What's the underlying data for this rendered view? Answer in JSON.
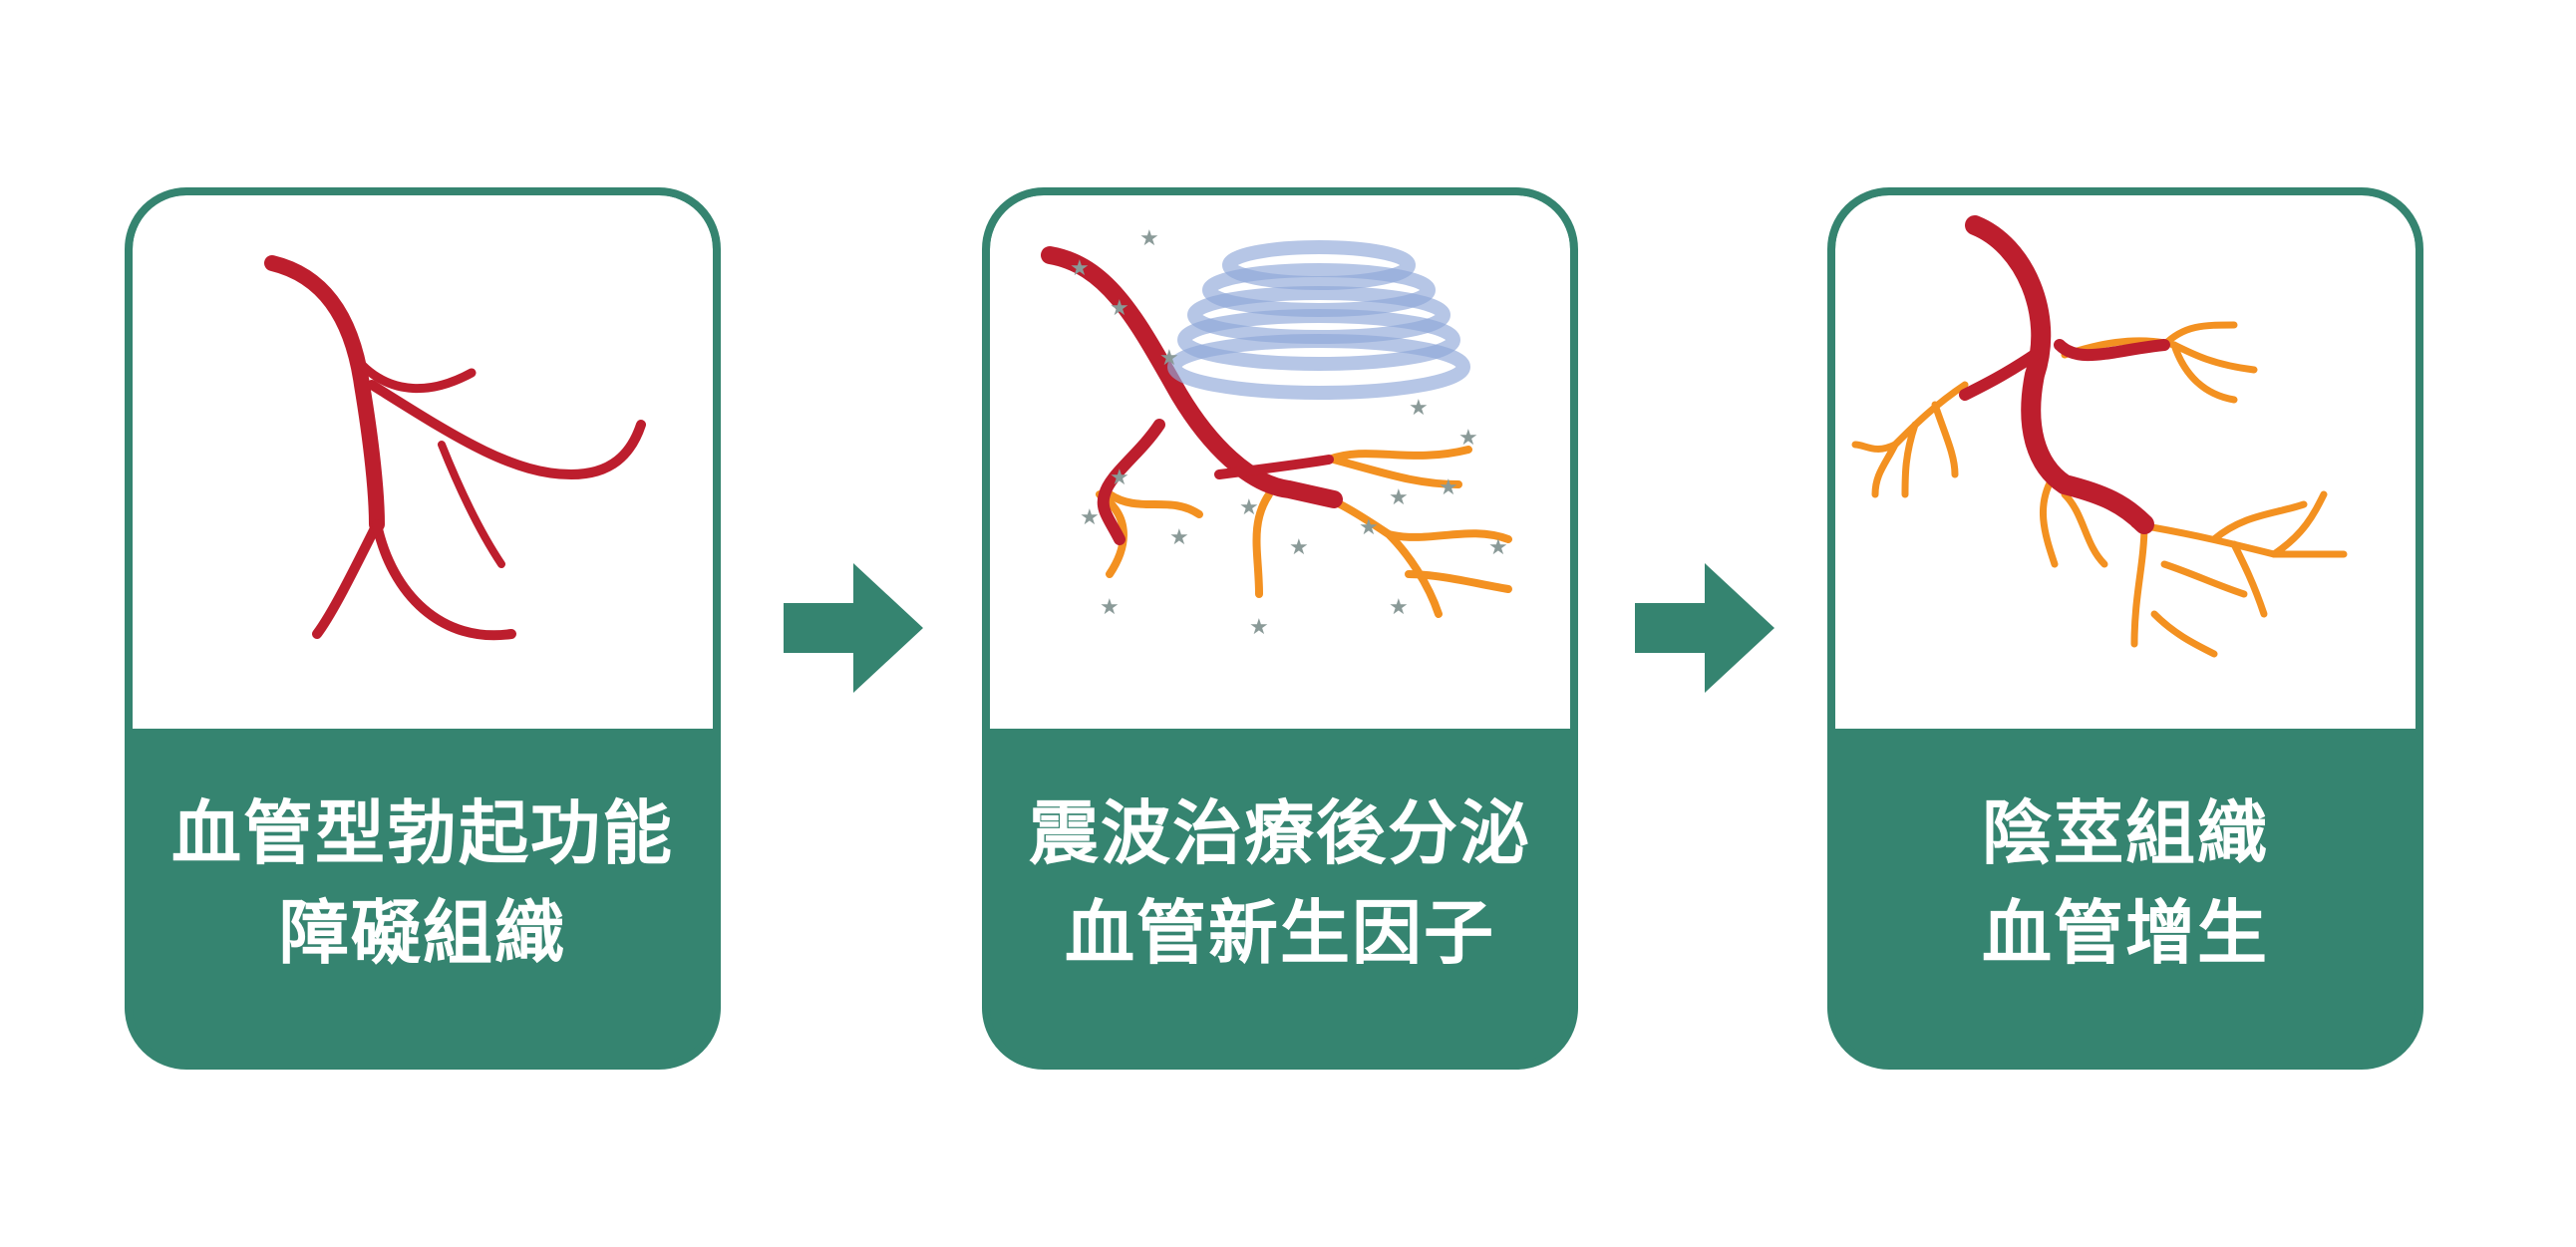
{
  "colors": {
    "green": "#358470",
    "artery": "#BD1E2D",
    "new_vessel": "#F39121",
    "wave": "#8FA8D8",
    "star": "#8A9A98"
  },
  "steps": [
    {
      "line1": "血管型勃起功能",
      "line2": "障礙組織"
    },
    {
      "line1": "震波治療後分泌",
      "line2": "血管新生因子"
    },
    {
      "line1": "陰莖組織",
      "line2": "血管增生"
    }
  ]
}
